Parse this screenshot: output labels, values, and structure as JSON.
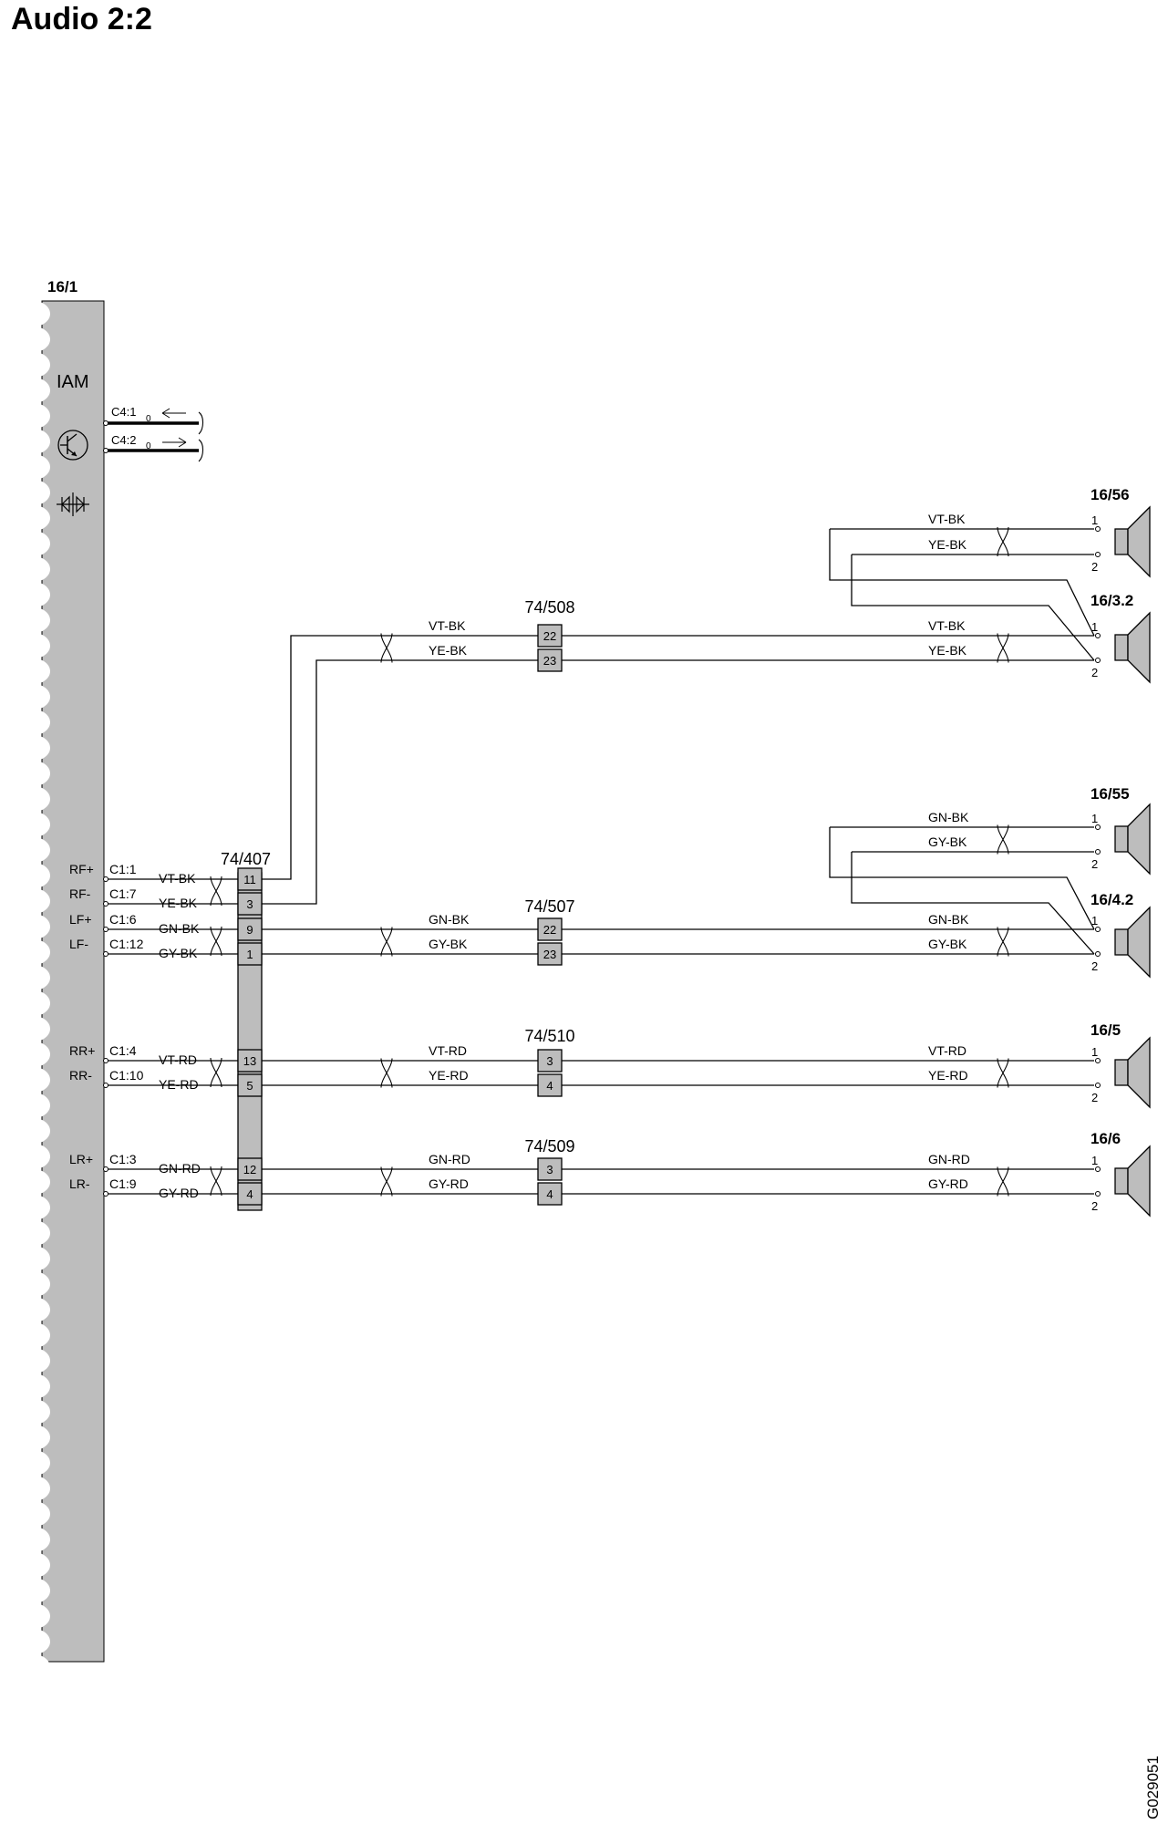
{
  "title": "Audio 2:2",
  "figure_code": "G029051",
  "colors": {
    "module_fill": "#bdbdbd",
    "wire": "#000000",
    "background": "#ffffff"
  },
  "module": {
    "ref": "16/1",
    "name": "IAM",
    "icons": [
      "transistor-icon",
      "diode-pair-icon"
    ],
    "c4_pins": [
      {
        "pin": "C4:1",
        "sub": "0",
        "dir": "in"
      },
      {
        "pin": "C4:2",
        "sub": "0",
        "dir": "out"
      }
    ],
    "outputs": [
      {
        "signal": "RF+",
        "pin": "C1:1",
        "wire": "VT-BK"
      },
      {
        "signal": "RF-",
        "pin": "C1:7",
        "wire": "YE-BK"
      },
      {
        "signal": "LF+",
        "pin": "C1:6",
        "wire": "GN-BK"
      },
      {
        "signal": "LF-",
        "pin": "C1:12",
        "wire": "GY-BK"
      },
      {
        "signal": "RR+",
        "pin": "C1:4",
        "wire": "VT-RD"
      },
      {
        "signal": "RR-",
        "pin": "C1:10",
        "wire": "YE-RD"
      },
      {
        "signal": "LR+",
        "pin": "C1:3",
        "wire": "GN-RD"
      },
      {
        "signal": "LR-",
        "pin": "C1:9",
        "wire": "GY-RD"
      }
    ]
  },
  "connector_74_407": {
    "ref": "74/407",
    "pins": [
      "11",
      "3",
      "9",
      "1",
      "13",
      "5",
      "12",
      "4"
    ]
  },
  "inline_connectors": [
    {
      "ref": "74/508",
      "pins": [
        "22",
        "23"
      ],
      "wires_in": [
        "VT-BK",
        "YE-BK"
      ],
      "wires_out": [
        "VT-BK",
        "YE-BK"
      ]
    },
    {
      "ref": "74/507",
      "pins": [
        "22",
        "23"
      ],
      "wires_in": [
        "GN-BK",
        "GY-BK"
      ],
      "wires_out": [
        "GN-BK",
        "GY-BK"
      ]
    },
    {
      "ref": "74/510",
      "pins": [
        "3",
        "4"
      ],
      "wires_in": [
        "VT-RD",
        "YE-RD"
      ],
      "wires_out": [
        "VT-RD",
        "YE-RD"
      ]
    },
    {
      "ref": "74/509",
      "pins": [
        "3",
        "4"
      ],
      "wires_in": [
        "GN-RD",
        "GY-RD"
      ],
      "wires_out": [
        "GN-RD",
        "GY-RD"
      ]
    }
  ],
  "speakers": [
    {
      "ref": "16/56",
      "pin1": "1",
      "pin2": "2",
      "wires": [
        "VT-BK",
        "YE-BK"
      ]
    },
    {
      "ref": "16/3.2",
      "pin1": "1",
      "pin2": "2"
    },
    {
      "ref": "16/55",
      "pin1": "1",
      "pin2": "2",
      "wires": [
        "GN-BK",
        "GY-BK"
      ]
    },
    {
      "ref": "16/4.2",
      "pin1": "1",
      "pin2": "2"
    },
    {
      "ref": "16/5",
      "pin1": "1",
      "pin2": "2"
    },
    {
      "ref": "16/6",
      "pin1": "1",
      "pin2": "2"
    }
  ]
}
